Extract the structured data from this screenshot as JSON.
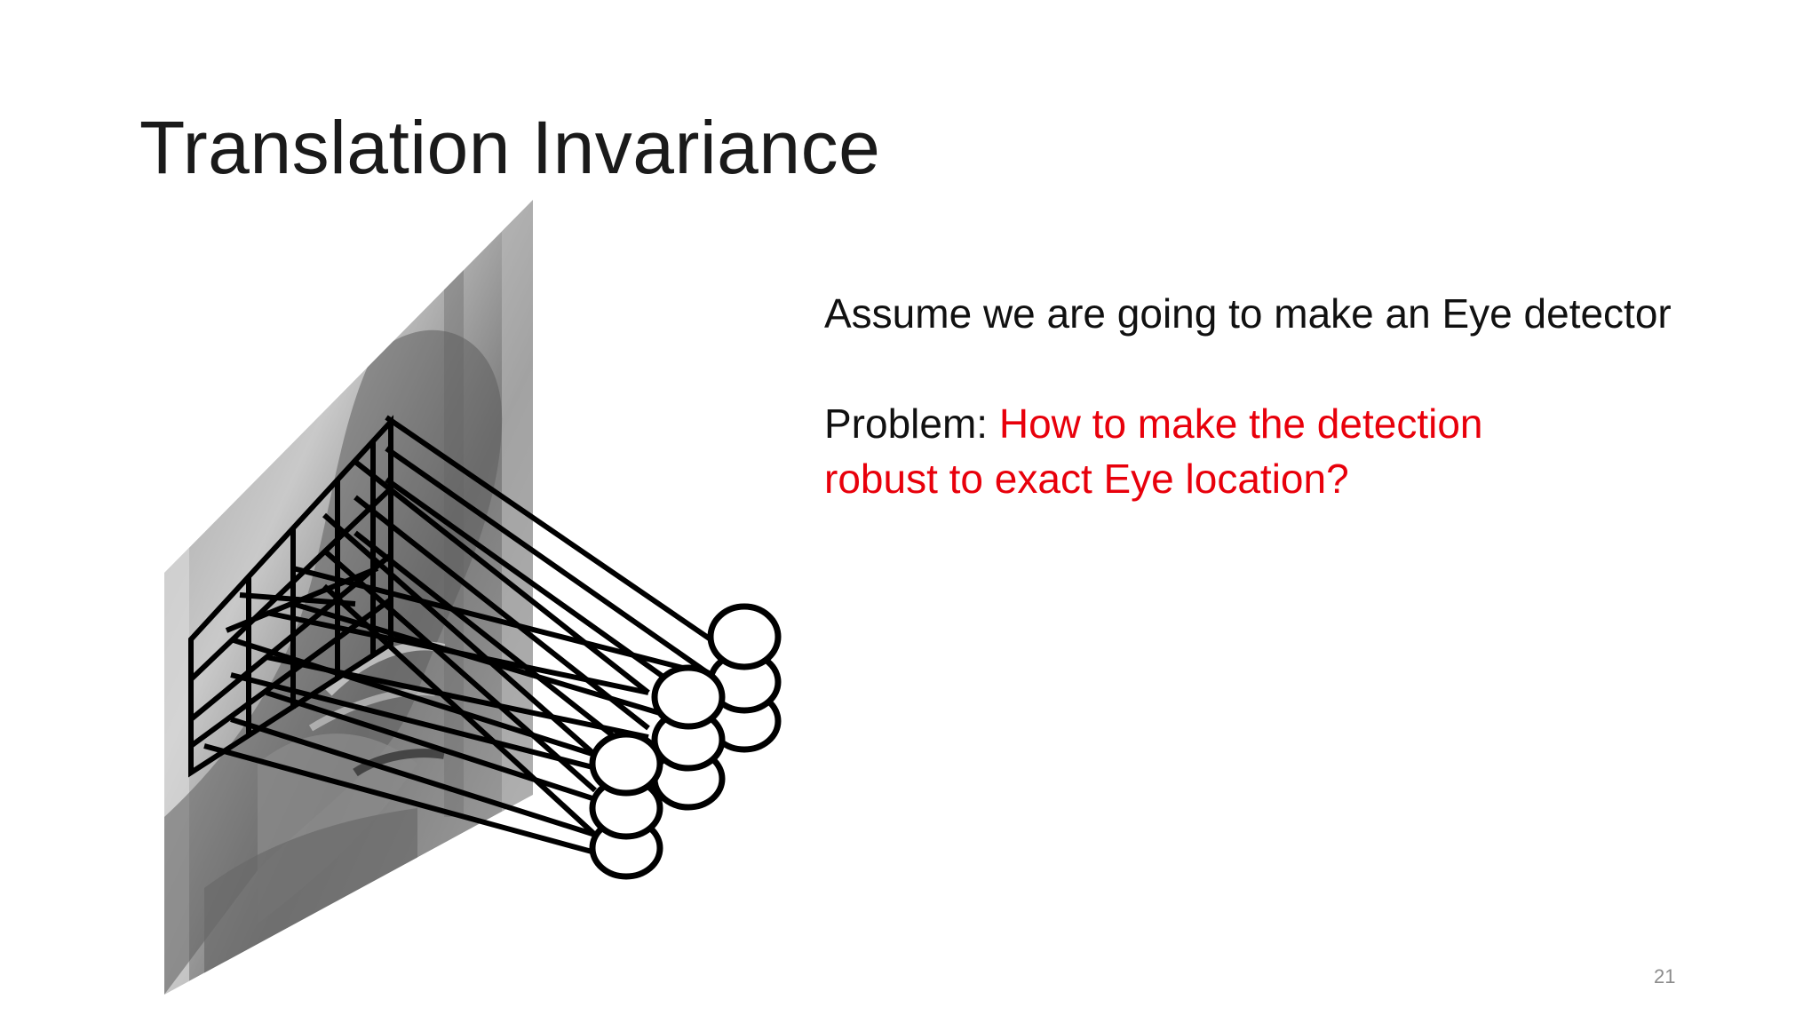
{
  "slide": {
    "title": "Translation Invariance",
    "body": {
      "line1": "Assume we are going to make an Eye detector",
      "problem_label": "Problem: ",
      "problem_text_line1": "How to make the detection",
      "problem_text_line2": "robust to exact Eye location?"
    },
    "page_number": "21",
    "colors": {
      "title": "#1a1a1a",
      "body": "#111111",
      "highlight": "#e8000b",
      "page_number": "#8c8c8c"
    }
  }
}
